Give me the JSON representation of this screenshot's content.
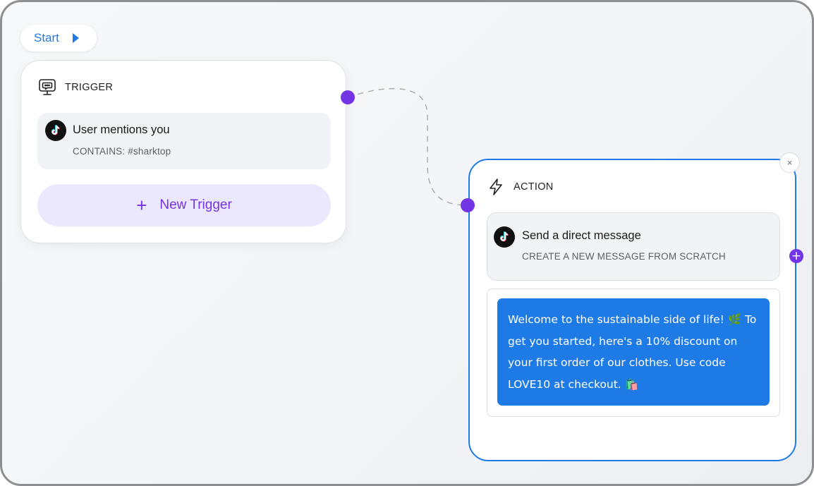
{
  "start": {
    "label": "Start"
  },
  "trigger": {
    "header": "TRIGGER",
    "item": {
      "title": "User mentions you",
      "subtitle": "CONTAINS: #sharktop"
    },
    "new_trigger_label": "New Trigger",
    "new_trigger_plus": "+"
  },
  "action": {
    "header": "ACTION",
    "item": {
      "title": "Send a direct message",
      "subtitle": "CREATE A NEW MESSAGE FROM SCRATCH"
    },
    "message": "Welcome to the sustainable side of life! 🌿 To get you started, here's a 10% discount on your first order of our clothes. Use code LOVE10 at checkout. 🛍️",
    "close_label": "×",
    "add_label": "+"
  },
  "colors": {
    "accent_purple": "#7334e6",
    "accent_blue": "#1e7be6",
    "new_trigger_bg": "#ebe7fd"
  },
  "icons": {
    "trigger": "chat-monitor-icon",
    "action": "lightning-icon",
    "platform": "tiktok-icon",
    "start": "play-icon"
  }
}
